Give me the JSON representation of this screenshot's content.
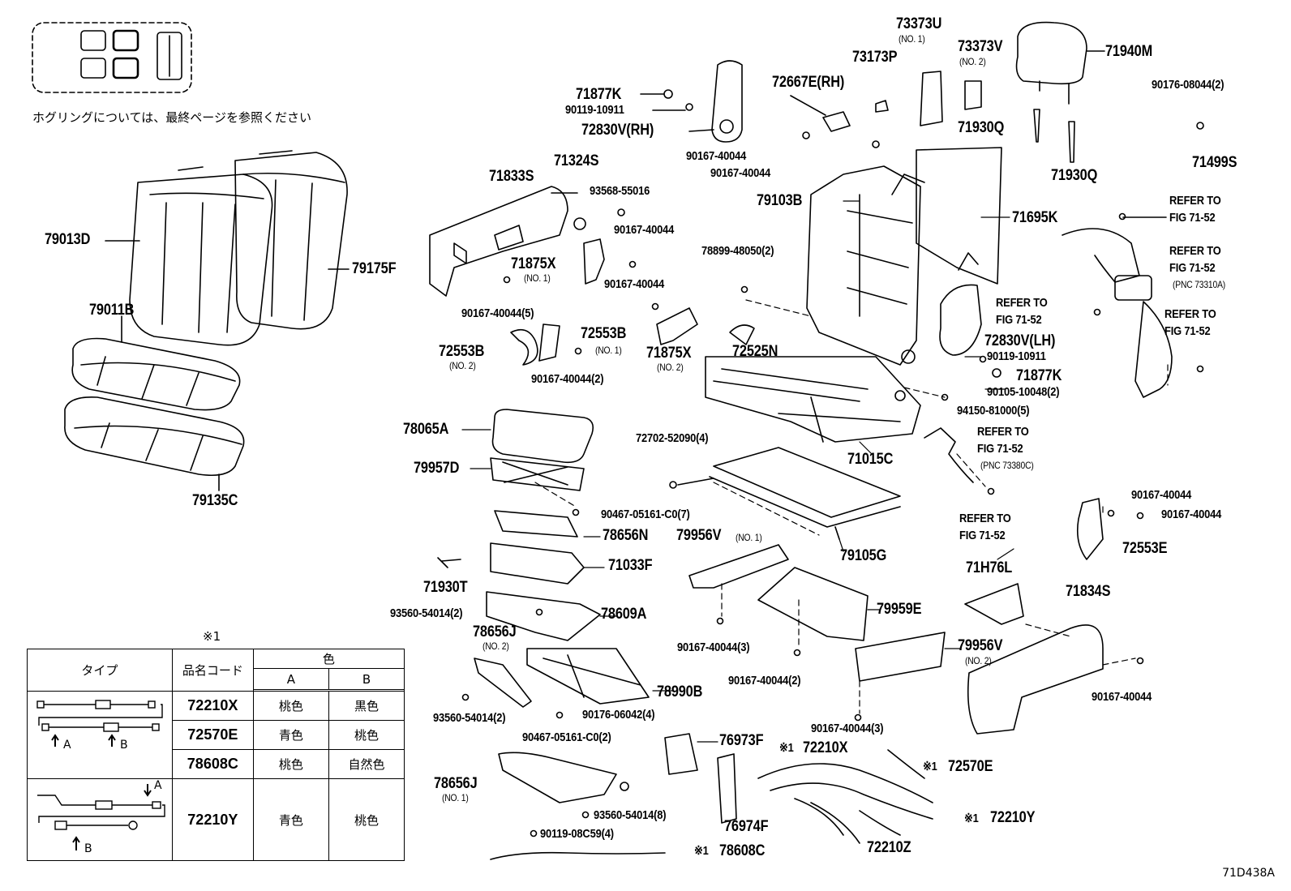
{
  "note": "ホグリングについては、最終ページを参照ください",
  "figure_id": "71D438A",
  "legend": {
    "mark": "※1",
    "headers": {
      "type": "タイプ",
      "code": "品名コード",
      "color": "色",
      "a": "A",
      "b": "B"
    },
    "rows": [
      {
        "code": "72210X",
        "a": "桃色",
        "b": "黒色"
      },
      {
        "code": "72570E",
        "a": "青色",
        "b": "桃色"
      },
      {
        "code": "78608C",
        "a": "桃色",
        "b": "自然色"
      },
      {
        "code": "72210Y",
        "a": "青色",
        "b": "桃色"
      }
    ],
    "arrow_a": "A",
    "arrow_b": "B"
  },
  "labels": {
    "p79013D": "79013D",
    "p79175F": "79175F",
    "p79011B": "79011B",
    "p79135C": "79135C",
    "p71833S": "71833S",
    "p71324S": "71324S",
    "p93568": "93568-55016",
    "p90167_a": "90167-40044",
    "p71875X_1": "71875X",
    "no1_a": "(NO. 1)",
    "p90167_b": "90167-40044",
    "p90167_5": "90167-40044(5)",
    "p72553B_2": "72553B",
    "no2_a": "(NO. 2)",
    "p72553B_1": "72553B",
    "no1_b": "(NO. 1)",
    "p90167_2a": "90167-40044(2)",
    "p71875X_2": "71875X",
    "no2_b": "(NO. 2)",
    "p71877K_a": "71877K",
    "p90119_a": "90119-10911",
    "p72830V_rh": "72830V(RH)",
    "p72667E": "72667E(RH)",
    "p90167_c": "90167-40044",
    "p90167_d": "90167-40044",
    "p73173P": "73173P",
    "p73373U": "73373U",
    "no1_c": "(NO. 1)",
    "p73373V": "73373V",
    "no2_c": "(NO. 2)",
    "p71940M": "71940M",
    "p90176_2": "90176-08044(2)",
    "p71930Q_a": "71930Q",
    "p71930Q_b": "71930Q",
    "p71499S": "71499S",
    "p79103B": "79103B",
    "p71695K": "71695K",
    "p78899": "78899-48050(2)",
    "p72525N": "72525N",
    "p72830V_lh": "72830V(LH)",
    "p90119_b": "90119-10911",
    "p71877K_b": "71877K",
    "p90105": "90105-10048(2)",
    "p94150": "94150-81000(5)",
    "refer1": "REFER TO",
    "fig1": "FIG 71-52",
    "refer2": "REFER TO",
    "fig2": "FIG 71-52",
    "pnc1": "(PNC 73310A)",
    "refer3": "REFER TO",
    "fig3": "FIG 71-52",
    "refer4": "REFER TO",
    "fig4": "FIG 71-52",
    "refer5": "REFER TO",
    "fig5": "FIG 71-52",
    "pnc2": "(PNC 73380C)",
    "refer6": "REFER TO",
    "fig6": "FIG 71-52",
    "p78065A": "78065A",
    "p79957D": "79957D",
    "p72702": "72702-52090(4)",
    "p71015C": "71015C",
    "p90467_7": "90467-05161-C0(7)",
    "p78656N": "78656N",
    "p71033F": "71033F",
    "p71930T": "71930T",
    "p79105G": "79105G",
    "p79956V_1": "79956V",
    "no1_d": "(NO. 1)",
    "p90167_e": "90167-40044",
    "p90167_f": "90167-40044",
    "p72553E": "72553E",
    "p71H76L": "71H76L",
    "p71834S": "71834S",
    "p93560_2a": "93560-54014(2)",
    "p78609A": "78609A",
    "p78656J_2": "78656J",
    "no2_d": "(NO. 2)",
    "p90167_3a": "90167-40044(3)",
    "p79959E": "79959E",
    "p79956V_2": "79956V",
    "no2_e": "(NO. 2)",
    "p90167_2b": "90167-40044(2)",
    "p90167_g": "90167-40044",
    "p78990B": "78990B",
    "p93560_2b": "93560-54014(2)",
    "p90176_4": "90176-06042(4)",
    "p90467_2": "90467-05161-C0(2)",
    "p76973F": "76973F",
    "p90167_3b": "90167-40044(3)",
    "mk72210X": "※1",
    "p72210X": "72210X",
    "mk72570E": "※1",
    "p72570E": "72570E",
    "p78656J_1": "78656J",
    "no1_e": "(NO. 1)",
    "p93560_8": "93560-54014(8)",
    "p90119_4": "90119-08C59(4)",
    "p76974F": "76974F",
    "mk72210Y": "※1",
    "p72210Y": "72210Y",
    "p72210Z": "72210Z",
    "mk78608C": "※1",
    "p78608C": "78608C"
  }
}
